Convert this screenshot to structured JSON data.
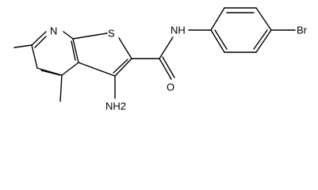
{
  "molecule": {
    "atoms": {
      "N_pyridine": "N",
      "S_thiophene": "S",
      "N_amide": "NH",
      "O_carbonyl": "O",
      "N_amino": "NH2",
      "Br": "Br"
    }
  }
}
